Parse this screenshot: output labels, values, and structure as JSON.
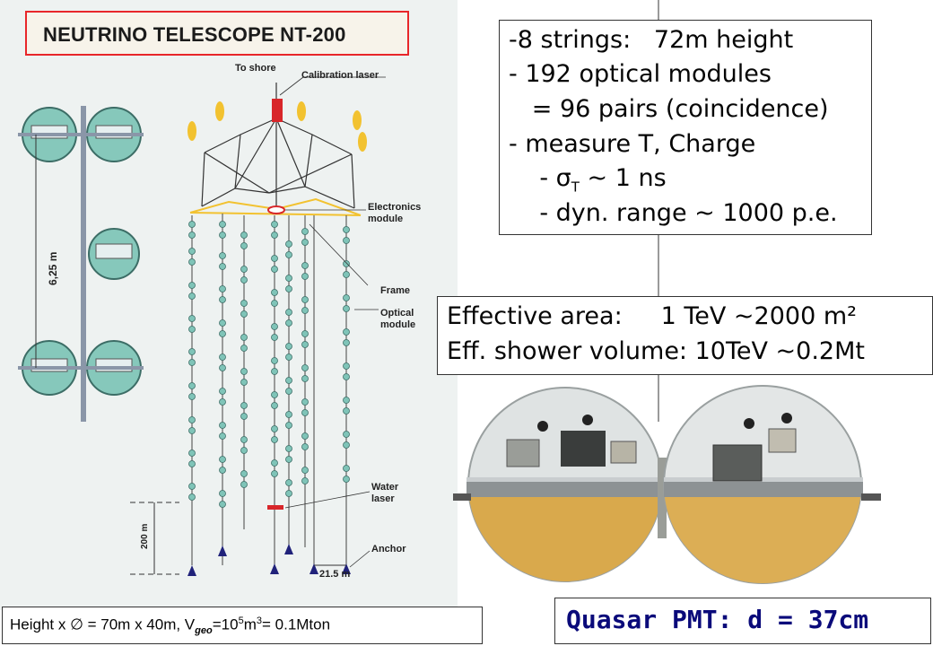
{
  "title_box": {
    "title": "NEUTRINO TELESCOPE NT-200"
  },
  "diagram_labels": {
    "to_shore": "To shore",
    "calibration_laser": "Calibration laser",
    "electronics_module": "Electronics\nmodule",
    "frame": "Frame",
    "optical_module": "Optical\nmodule",
    "water_laser": "Water\nlaser",
    "anchor": "Anchor",
    "dim_625": "6,25 m",
    "dim_200": "200 m",
    "dim_215": "21.5 m"
  },
  "specs": {
    "line1": "-8 strings:   72m height",
    "line2": "- 192 optical modules",
    "line3": "   = 96 pairs (coincidence)",
    "line4": "- measure T, Charge",
    "line5_prefix": "    - σ",
    "line5_sub": "T",
    "line5_suffix": " ~ 1 ns",
    "line6": "    - dyn. range ~ 1000 p.e."
  },
  "effective": {
    "line1": "Effective area:     1 TeV ~2000 m²",
    "line2": "Eff. shower volume: 10TeV ~0.2Mt"
  },
  "height_caption": {
    "prefix": "Height x ∅ = 70m x 40m, V",
    "sub": "geo",
    "mid": "=10",
    "sup1": "5",
    "unit": "m",
    "sup2": "3",
    "suffix": "= 0.1Mton"
  },
  "quasar": {
    "label": "Quasar PMT: d = 37cm"
  },
  "colors": {
    "title_border": "#e8262a",
    "quasar_text": "#0a0a7a",
    "module_glass": "#7fc4b8",
    "buoy_yellow": "#f2c230",
    "anchor_navy": "#20227a"
  }
}
